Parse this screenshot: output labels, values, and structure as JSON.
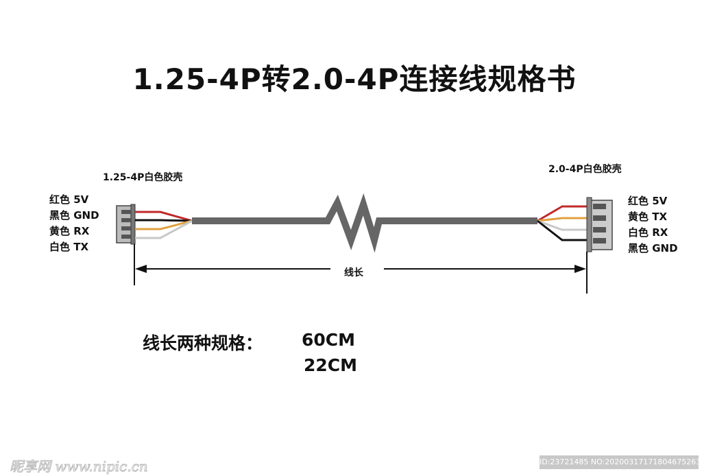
{
  "title": "1.25-4P转2.0-4P连接线规格书",
  "left_connector": {
    "label": "1.25-4P白色胶壳",
    "pins": [
      "红色 5V",
      "黑色 GND",
      "黄色 RX",
      "白色 TX"
    ]
  },
  "right_connector": {
    "label": "2.0-4P白色胶壳",
    "pins": [
      "红色 5V",
      "黄色 TX",
      "白色 RX",
      "黑色 GND"
    ]
  },
  "dimension_label": "线长",
  "spec": {
    "label": "线长两种规格：",
    "values": [
      "60CM",
      "22CM"
    ]
  },
  "watermark": {
    "site": "昵享网 www.nipic.cn",
    "id": "ID:23721485 NO:20200317171804675263"
  },
  "colors": {
    "red": "#c0282a",
    "black": "#111111",
    "yellow": "#e0a040",
    "white": "#c8c8c8",
    "cable": "#666666"
  }
}
